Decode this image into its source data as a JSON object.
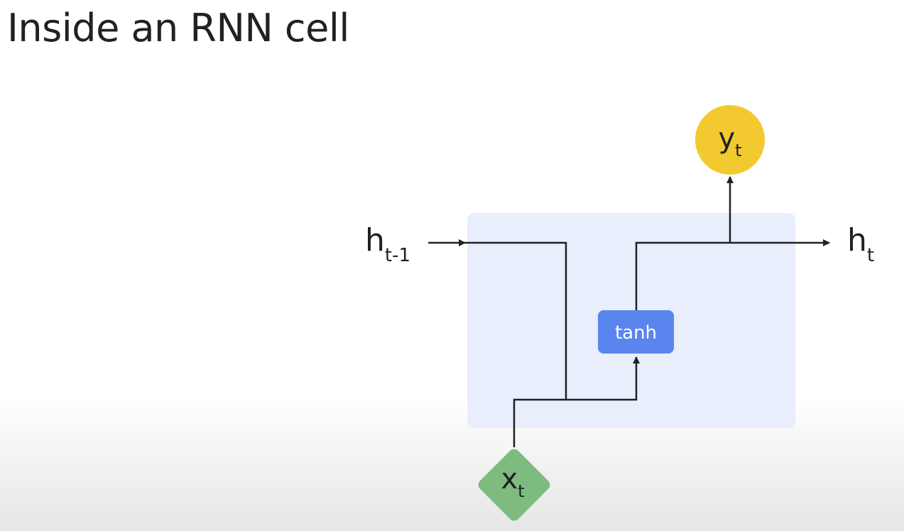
{
  "title": "Inside an RNN cell",
  "colors": {
    "cell_background": "#e8eefc",
    "tanh_box": "#5a85ee",
    "output_node": "#f2c92f",
    "input_node": "#7dbb7e",
    "line": "#202124"
  },
  "nodes": {
    "hidden_prev": {
      "base": "h",
      "sub": "t-1"
    },
    "hidden_next": {
      "base": "h",
      "sub": "t"
    },
    "output": {
      "base": "y",
      "sub": "t"
    },
    "input": {
      "base": "x",
      "sub": "t"
    },
    "activation": {
      "label": "tanh"
    }
  }
}
